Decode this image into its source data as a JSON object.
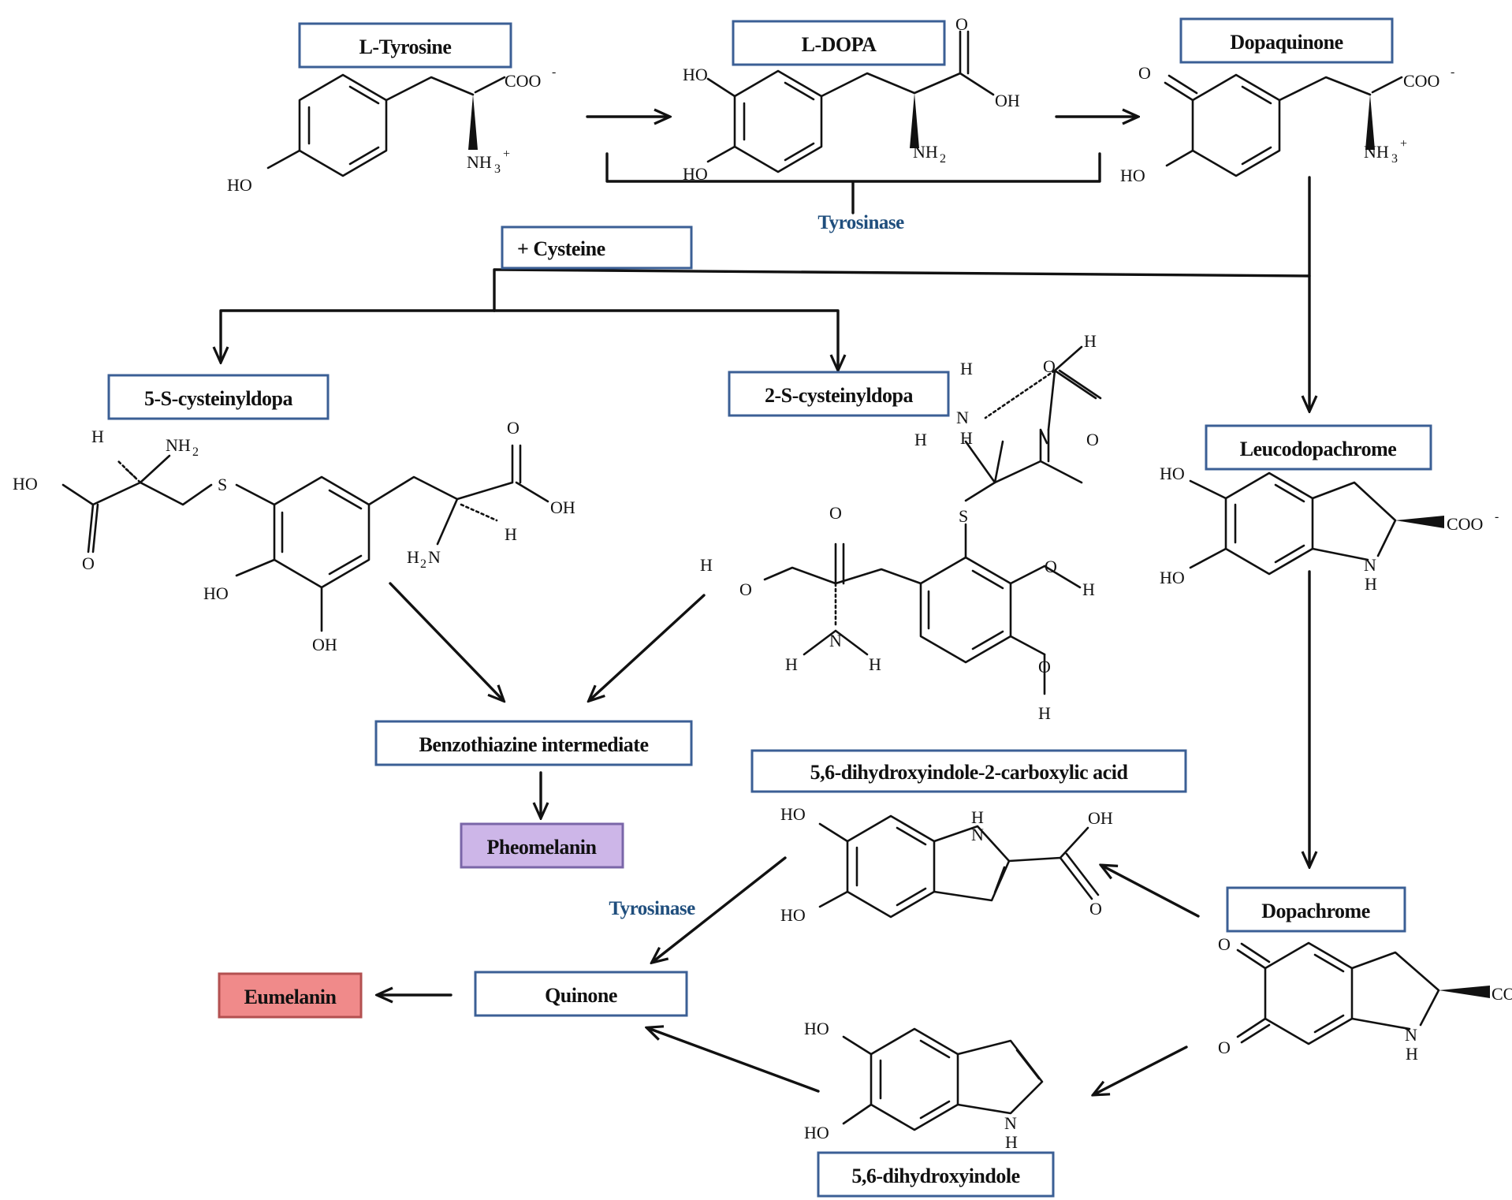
{
  "labels": {
    "tyrosine": "L-Tyrosine",
    "ldopa": "L-DOPA",
    "dopaquinone": "Dopaquinone",
    "cysteine": "+ Cysteine",
    "s5_cysteinyldopa": "5-S-cysteinyldopa",
    "s2_cysteinyldopa": "2-S-cysteinyldopa",
    "leucodopachrome": "Leucodopachrome",
    "benzothiazine": "Benzothiazine intermediate",
    "pheomelanin": "Pheomelanin",
    "dhica": "5,6-dihydroxyindole-2-carboxylic acid",
    "dopachrome": "Dopachrome",
    "quinone": "Quinone",
    "eumelanin": "Eumelanin",
    "dhi": "5,6-dihydroxyindole"
  },
  "enzymes": {
    "top": "Tyrosinase",
    "lower": "Tyrosinase"
  },
  "atoms": {
    "ho": "HO",
    "oh": "OH",
    "o": "O",
    "h": "H",
    "n": "N",
    "s": "S",
    "coo": "COO",
    "minus": "-",
    "nh3": "NH",
    "nh3_sub": "3",
    "plus": "+",
    "nh2": "NH",
    "nh2_sub": "2",
    "h2n": "H",
    "h2n_sub": "2",
    "h2n_n": "N",
    "co_cut": "CO"
  },
  "colors": {
    "box_border": "#3b5f95",
    "pheomelanin_fill": "#cdb6e8",
    "eumelanin_fill": "#f08a8a",
    "enzyme_text": "#1f4e7d"
  }
}
